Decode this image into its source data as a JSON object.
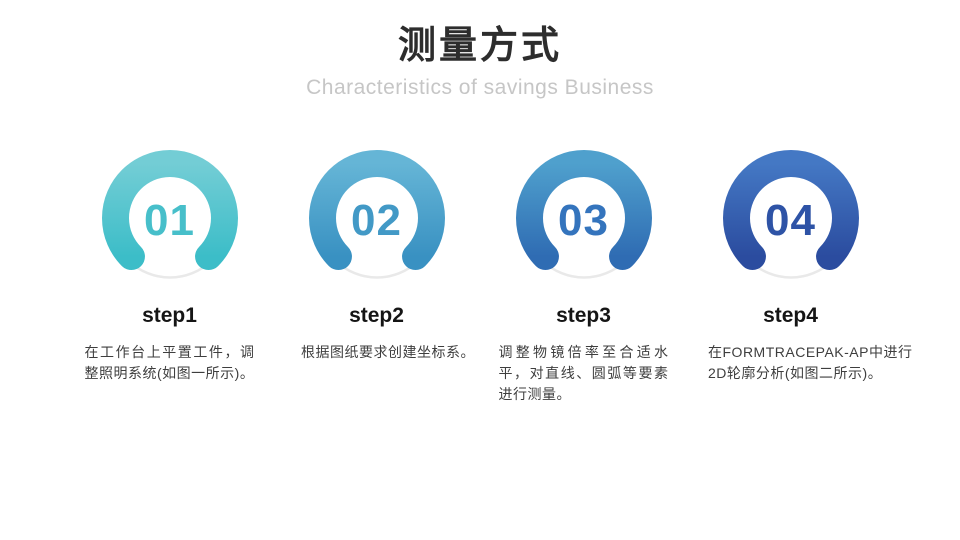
{
  "title": "测量方式",
  "subtitle": "Characteristics of savings Business",
  "track_color": "#e9e9e9",
  "steps": [
    {
      "number": "01",
      "label": "step1",
      "description": "在工作台上平置工件，调整照明系统(如图一所示)。",
      "ring_gradient_top": "#73CDD5",
      "ring_gradient_bottom": "#3CBDC8",
      "number_color": "#47BFCA"
    },
    {
      "number": "02",
      "label": "step2",
      "description": "根据图纸要求创建坐标系。",
      "ring_gradient_top": "#65B5D6",
      "ring_gradient_bottom": "#3991C2",
      "number_color": "#4299C6"
    },
    {
      "number": "03",
      "label": "step3",
      "description": "调整物镜倍率至合适水平，对直线、圆弧等要素进行测量。",
      "ring_gradient_top": "#4FA0CD",
      "ring_gradient_bottom": "#2F6CB3",
      "number_color": "#3474BD"
    },
    {
      "number": "04",
      "label": "step4",
      "description": "在FORMTRACEPAK-AP中进行\n2D轮廓分析(如图二所示)。",
      "ring_gradient_top": "#4478C4",
      "ring_gradient_bottom": "#2B4C9F",
      "number_color": "#2E53A6"
    }
  ]
}
